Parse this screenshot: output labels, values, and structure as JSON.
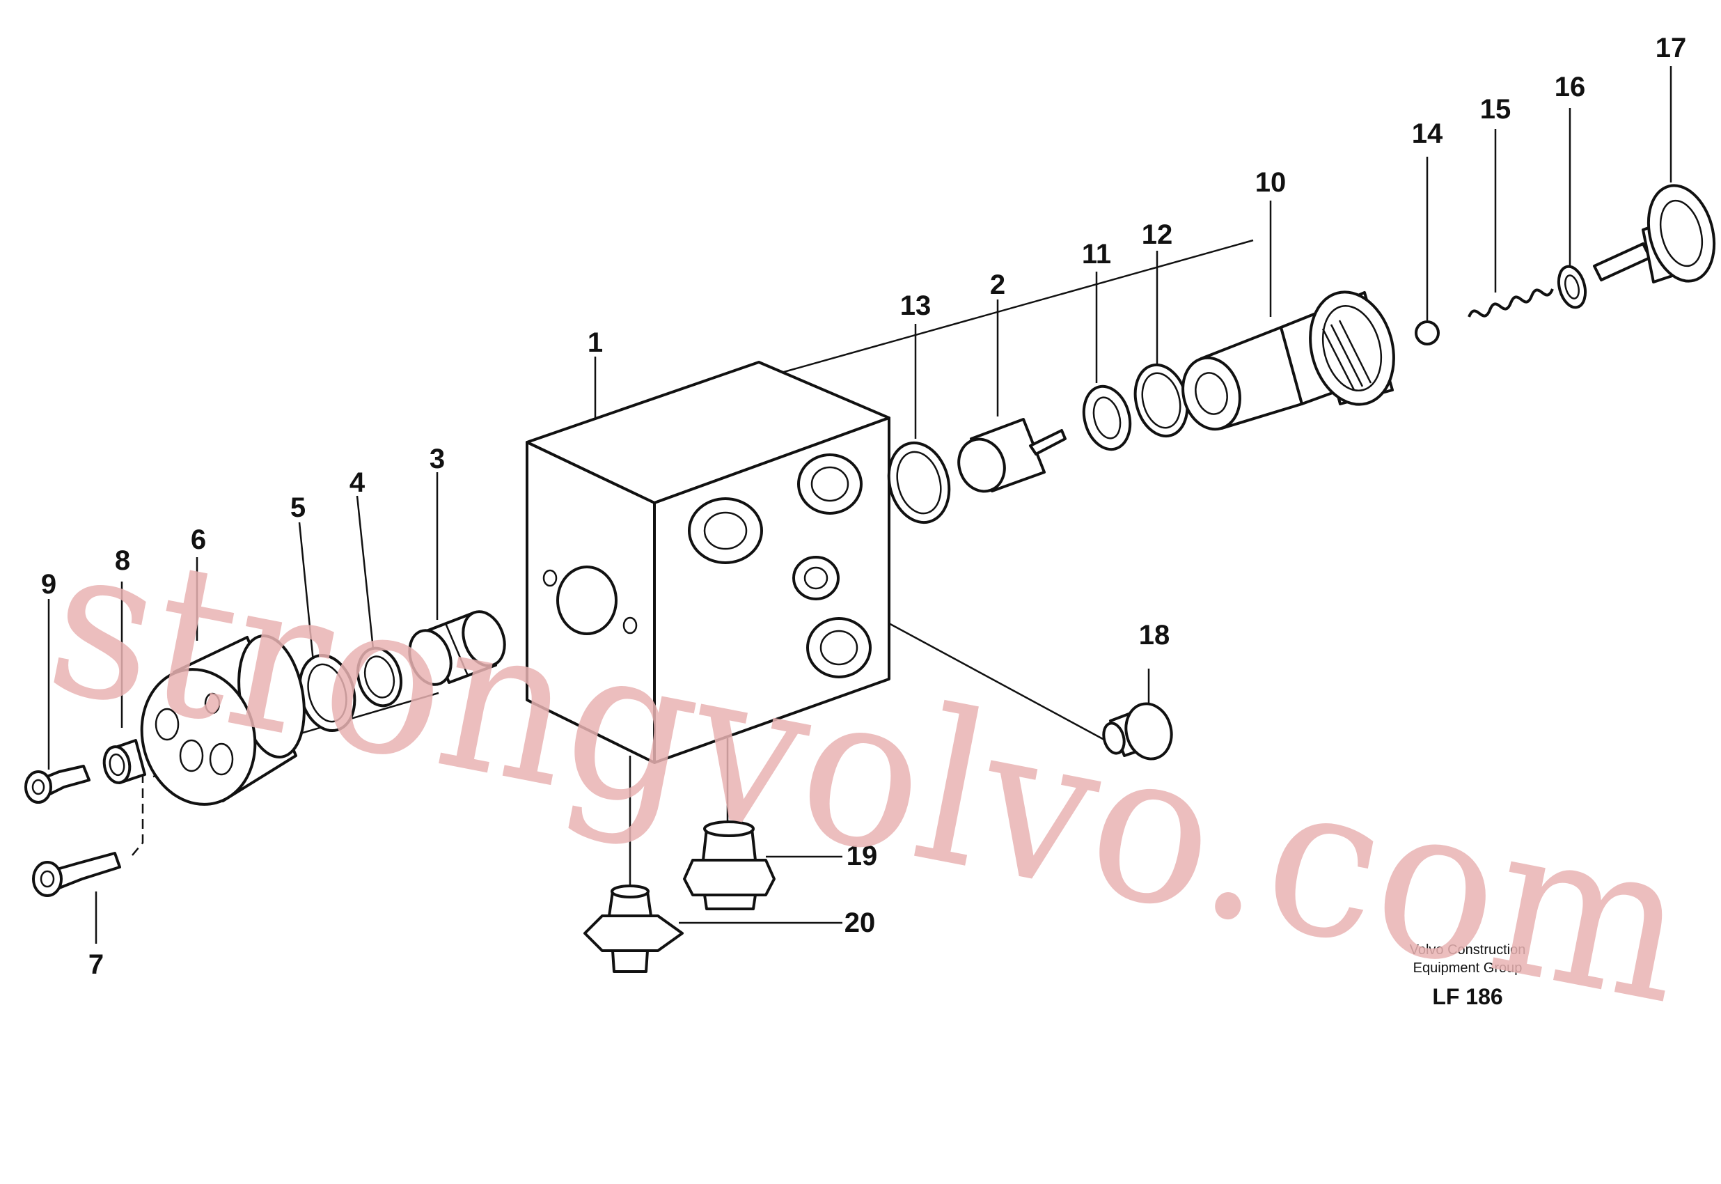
{
  "diagram": {
    "callouts": [
      "1",
      "2",
      "3",
      "4",
      "5",
      "6",
      "7",
      "8",
      "9",
      "10",
      "11",
      "12",
      "13",
      "14",
      "15",
      "16",
      "17",
      "18",
      "19",
      "20"
    ],
    "caption": {
      "line1": "Volvo Construction",
      "line2": "Equipment Group",
      "code": "LF 186"
    },
    "watermark": "strongvolvo.com",
    "colors": {
      "line": "#111111",
      "watermark": "#e9b3b3",
      "background": "#ffffff"
    }
  }
}
